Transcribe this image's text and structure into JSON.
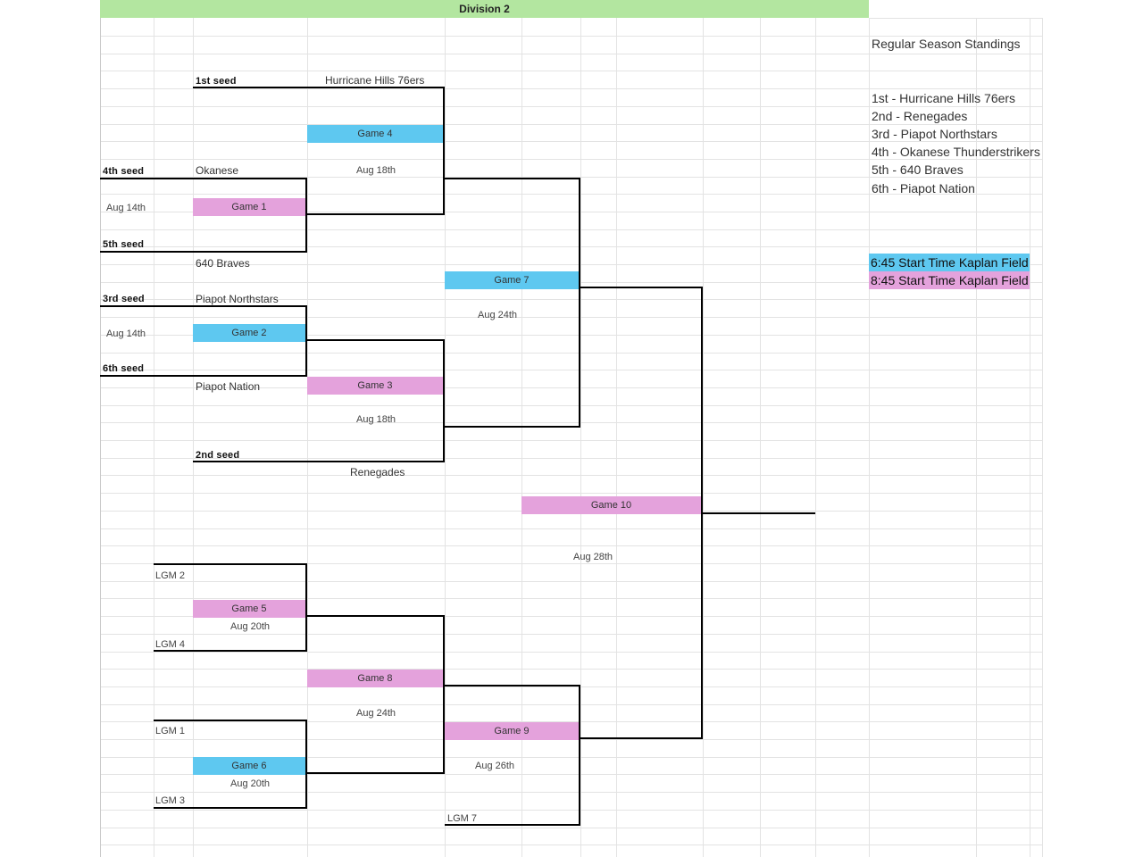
{
  "header": {
    "title": "Division 2"
  },
  "colors": {
    "blue": "#5ec8f0",
    "pink": "#e4a2dc",
    "header_green": "#b3e6a0"
  },
  "bracket": {
    "seeds": {
      "s1": "1st seed",
      "s2": "2nd seed",
      "s3": "3rd seed",
      "s4": "4th seed",
      "s5": "5th seed",
      "s6": "6th seed"
    },
    "teams": {
      "hurricane": "Hurricane Hills 76ers",
      "okanese": "Okanese",
      "braves": "640 Braves",
      "northstars": "Piapot Northstars",
      "nation": "Piapot Nation",
      "renegades": "Renegades"
    },
    "losers": {
      "l2": "LGM 2",
      "l4": "LGM 4",
      "l1": "LGM 1",
      "l3": "LGM 3",
      "l7": "LGM 7"
    },
    "games": {
      "g1": "Game 1",
      "g2": "Game 2",
      "g3": "Game 3",
      "g4": "Game 4",
      "g5": "Game 5",
      "g6": "Game 6",
      "g7": "Game 7",
      "g8": "Game 8",
      "g9": "Game 9",
      "g10": "Game 10"
    },
    "dates": {
      "g1": "Aug 14th",
      "g2": "Aug 14th",
      "g3": "Aug 18th",
      "g4": "Aug 18th",
      "g5": "Aug 20th",
      "g6": "Aug 20th",
      "g7": "Aug 24th",
      "g8": "Aug 24th",
      "g9": "Aug 26th",
      "g10": "Aug 28th"
    }
  },
  "standings": {
    "title": "Regular Season Standings",
    "items": [
      "1st - Hurricane Hills 76ers",
      "2nd - Renegades",
      "3rd - Piapot Northstars",
      "4th - Okanese Thunderstrikers",
      "5th - 640 Braves",
      "6th - Piapot Nation"
    ]
  },
  "legend": {
    "blue_label": "6:45 Start Time Kaplan Field",
    "pink_label": "8:45 Start Time Kaplan Field"
  }
}
